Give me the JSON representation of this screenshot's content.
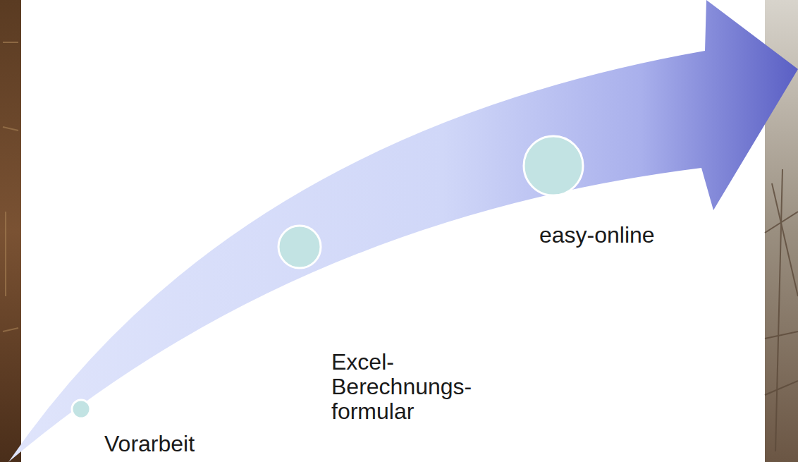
{
  "diagram": {
    "labels": [
      "Vorarbeit",
      "Excel- Berechnungs- formular",
      "easy-online"
    ]
  }
}
